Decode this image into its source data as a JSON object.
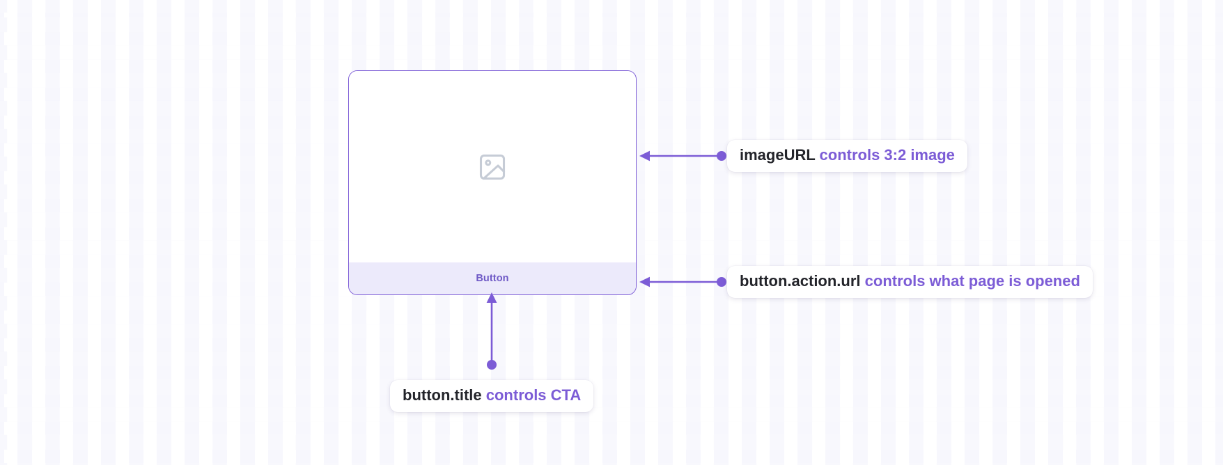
{
  "canvas": {
    "background": "#ffffff",
    "grid_square_color": "#f8f8fd",
    "accent_color": "#7c5cd6",
    "text_color": "#23242a"
  },
  "preview_card": {
    "name": "card-preview",
    "border_color": "#7c5cd6",
    "image_placeholder_icon": "image-placeholder-icon",
    "footer": {
      "background": "#eceafb",
      "button_label": "Button",
      "button_text_color": "#6f5ac6"
    }
  },
  "annotations": [
    {
      "id": "image-url",
      "key": "imageURL",
      "description": "controls 3:2 image",
      "target": "card-image-area",
      "arrow_direction": "left"
    },
    {
      "id": "button-action-url",
      "key": "button.action.url",
      "description": "controls what page is opened",
      "target": "card-footer",
      "arrow_direction": "left"
    },
    {
      "id": "button-title",
      "key": "button.title",
      "description": "controls CTA",
      "target": "card-footer-label",
      "arrow_direction": "up"
    }
  ]
}
